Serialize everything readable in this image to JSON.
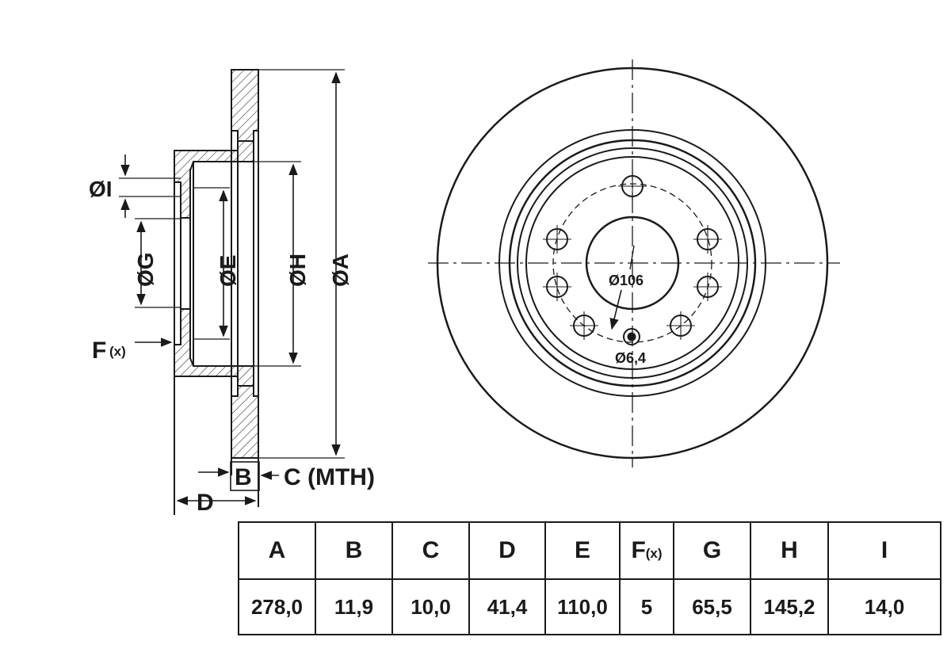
{
  "side_view": {
    "labels": {
      "I": "ØI",
      "G": "ØG",
      "E": "ØE",
      "H": "ØH",
      "A": "ØA",
      "F_letter": "F",
      "F_suffix": "(x)",
      "B": "B",
      "C": "C (MTH)",
      "D": "D"
    }
  },
  "front_view": {
    "labels": {
      "pcd": "Ø106",
      "pin_hole": "Ø6,4"
    }
  },
  "table": {
    "headers": [
      "A",
      "B",
      "C",
      "D",
      "E",
      "F",
      "G",
      "H",
      "I"
    ],
    "header_f_suffix": "(x)",
    "values": [
      "278,0",
      "11,9",
      "10,0",
      "41,4",
      "110,0",
      "5",
      "65,5",
      "145,2",
      "14,0"
    ]
  }
}
